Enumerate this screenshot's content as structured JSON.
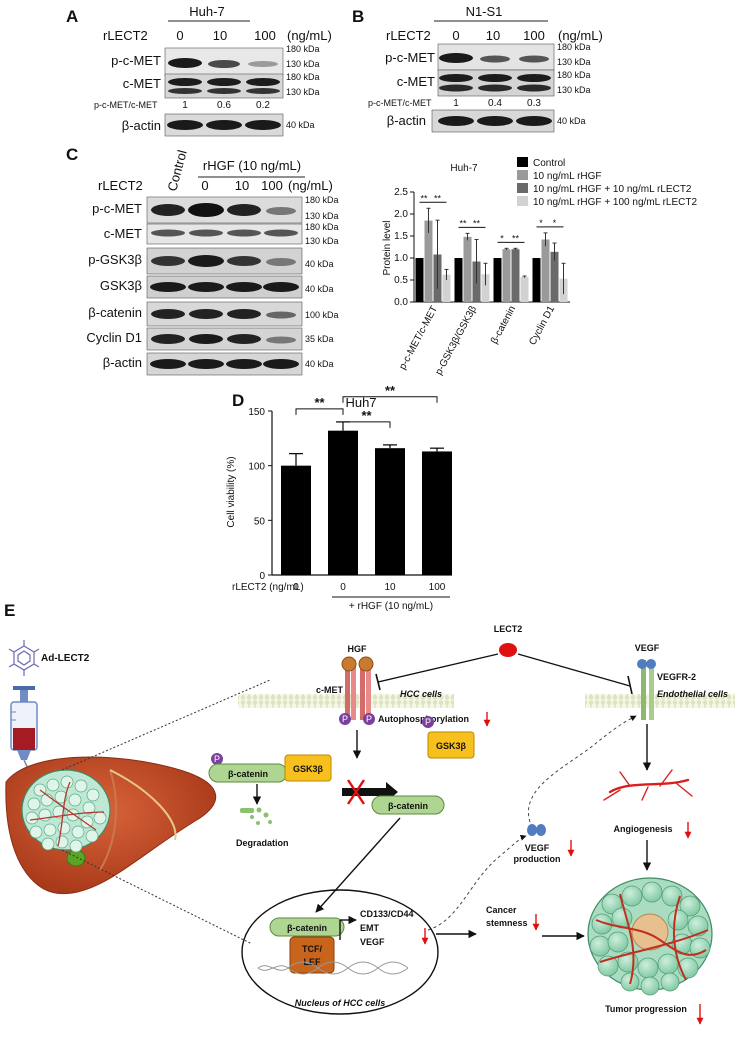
{
  "panels": {
    "a": "A",
    "b": "B",
    "c": "C",
    "d": "D",
    "e": "E"
  },
  "panel_a": {
    "cell_line": "Huh-7",
    "treatment_label": "rLECT2",
    "unit": "(ng/mL)",
    "doses": [
      "0",
      "10",
      "100"
    ],
    "rows": [
      "p-c-MET",
      "c-MET",
      "β-actin"
    ],
    "ratio_label": "p-c-MET/c-MET",
    "ratios": [
      "1",
      "0.6",
      "0.2"
    ],
    "markers": [
      "180 kDa",
      "130 kDa",
      "180 kDa",
      "130 kDa",
      "40 kDa"
    ]
  },
  "panel_b": {
    "cell_line": "N1-S1",
    "treatment_label": "rLECT2",
    "unit": "(ng/mL)",
    "doses": [
      "0",
      "10",
      "100"
    ],
    "rows": [
      "p-c-MET",
      "c-MET",
      "β-actin"
    ],
    "ratio_label": "p-c-MET/c-MET",
    "ratios": [
      "1",
      "0.4",
      "0.3"
    ],
    "markers": [
      "180 kDa",
      "130 kDa",
      "180 kDa",
      "130 kDa",
      "40 kDa"
    ]
  },
  "panel_c_blot": {
    "control_label": "Control",
    "rhgf_label": "rHGF (10 ng/mL)",
    "treatment_label": "rLECT2",
    "unit": "(ng/mL)",
    "doses": [
      "0",
      "10",
      "100"
    ],
    "rows": [
      "p-c-MET",
      "c-MET",
      "p-GSK3β",
      "GSK3β",
      "β-catenin",
      "Cyclin D1",
      "β-actin"
    ],
    "markers": [
      "180 kDa",
      "130 kDa",
      "180 kDa",
      "130 kDa",
      "40 kDa",
      "40 kDa",
      "100 kDa",
      "35 kDa",
      "40 kDa"
    ]
  },
  "chart_data": [
    {
      "type": "bar",
      "title": "Huh-7",
      "ylabel": "Protein level",
      "ylim": [
        0,
        2.5
      ],
      "yticks": [
        "0.0",
        "0.5",
        "1.0",
        "1.5",
        "2.0",
        "2.5"
      ],
      "categories": [
        "p-c-MET/c-MET",
        "p-GSK3β/GSK3β",
        "β-catenin",
        "Cyclin D1"
      ],
      "series": [
        {
          "name": "Control",
          "color": "#000000",
          "values": [
            1.0,
            1.0,
            1.0,
            1.0
          ],
          "errors": [
            0,
            0,
            0,
            0
          ]
        },
        {
          "name": "10 ng/mL rHGF",
          "color": "#9a9a9a",
          "values": [
            1.85,
            1.48,
            1.2,
            1.42
          ],
          "errors": [
            0.28,
            0.08,
            0.02,
            0.15
          ]
        },
        {
          "name": "10 ng/mL rHGF + 10 ng/mL rLECT2",
          "color": "#6a6a6a",
          "values": [
            1.08,
            0.92,
            1.2,
            1.14
          ],
          "errors": [
            0.78,
            0.5,
            0.02,
            0.2
          ]
        },
        {
          "name": "10 ng/mL rHGF + 100 ng/mL rLECT2",
          "color": "#d2d2d2",
          "values": [
            0.62,
            0.63,
            0.57,
            0.53
          ],
          "errors": [
            0.12,
            0.25,
            0.02,
            0.35
          ]
        }
      ],
      "significance": [
        {
          "group": 0,
          "marks": [
            "**",
            "**"
          ]
        },
        {
          "group": 1,
          "marks": [
            "**",
            "**"
          ]
        },
        {
          "group": 2,
          "marks": [
            "*",
            "**"
          ]
        },
        {
          "group": 3,
          "marks": [
            "*",
            "*"
          ]
        }
      ]
    },
    {
      "type": "bar",
      "title": "Huh7",
      "ylabel": "Cell viability (%)",
      "ylim": [
        0,
        150
      ],
      "yticks": [
        "0",
        "50",
        "100",
        "150"
      ],
      "xlabel": "rLECT2 (ng/mL)",
      "categories": [
        "0",
        "0",
        "10",
        "100"
      ],
      "group_label": "+ rHGF (10 ng/mL)",
      "values": [
        100,
        132,
        116,
        113
      ],
      "errors": [
        11,
        8,
        3,
        3
      ],
      "significance": [
        "**",
        "**",
        "**"
      ]
    }
  ],
  "panel_e": {
    "ad_label": "Ad-LECT2",
    "hgf": "HGF",
    "cmet": "c-MET",
    "lect2": "LECT2",
    "vegf": "VEGF",
    "vegfr2": "VEGFR-2",
    "hcc_cells": "HCC cells",
    "endothelial_cells": "Endothelial cells",
    "autophosphorylation": "Autophosphorylation",
    "p": "P",
    "gsk3b": "GSK3β",
    "beta_catenin": "β-catenin",
    "degradation": "Degradation",
    "vegf_production_1": "VEGF",
    "vegf_production_2": "production",
    "angiogenesis": "Angiogenesis",
    "tcf_1": "TCF/",
    "tcf_2": "LEF",
    "targets": [
      "CD133/CD44",
      "EMT",
      "VEGF"
    ],
    "cancer_stemness_1": "Cancer",
    "cancer_stemness_2": "stemness",
    "nucleus": "Nucleus of HCC cells",
    "tumor_progression": "Tumor progression"
  }
}
